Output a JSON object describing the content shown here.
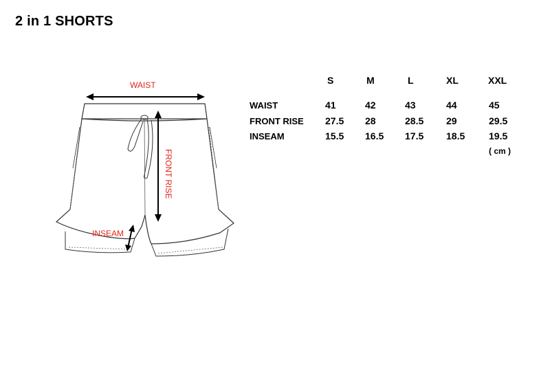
{
  "title": "2 in 1 SHORTS",
  "diagram": {
    "waist_label": "WAIST",
    "front_rise_label": "FRONT RISE",
    "inseam_label": "INSEAM",
    "label_color": "#e1261c"
  },
  "size_chart": {
    "sizes": [
      "S",
      "M",
      "L",
      "XL",
      "XXL"
    ],
    "rows": [
      {
        "label": "WAIST",
        "values": [
          "41",
          "42",
          "43",
          "44",
          "45"
        ]
      },
      {
        "label": "FRONT RISE",
        "values": [
          "27.5",
          "28",
          "28.5",
          "29",
          "29.5"
        ]
      },
      {
        "label": "INSEAM",
        "values": [
          "15.5",
          "16.5",
          "17.5",
          "18.5",
          "19.5"
        ]
      }
    ],
    "unit": "( cm )"
  }
}
